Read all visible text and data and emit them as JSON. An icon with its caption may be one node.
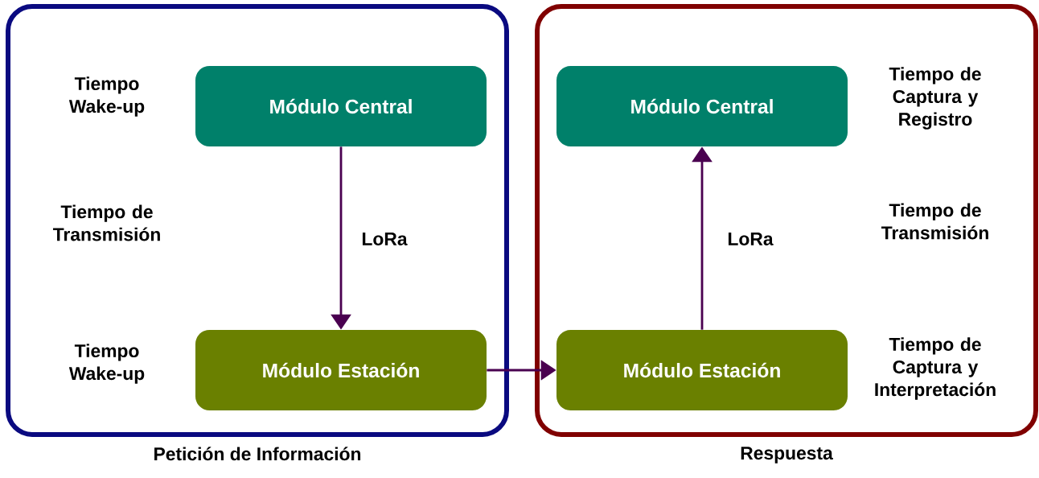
{
  "diagram": {
    "nodes": [
      {
        "text": [
          "Petición de Información"
        ]
      },
      {
        "text": [
          "Módulo Central"
        ],
        "in": 0
      },
      {
        "text": [
          "Módulo Estación"
        ],
        "in": 0
      },
      {
        "text": [
          "Respuesta"
        ]
      },
      {
        "text": [
          "Módulo Central"
        ],
        "in": 3
      },
      {
        "text": [
          "Módulo Estación"
        ],
        "in": 3
      }
    ],
    "edges": [
      {
        "from": 1,
        "to": 2,
        "arrow": "to",
        "label": "LoRa"
      },
      {
        "from": 2,
        "to": 5,
        "arrow": "to"
      },
      {
        "from": 5,
        "to": 4,
        "arrow": "to",
        "label": "LoRa"
      }
    ],
    "labels": [
      "Tiempo Wake-up",
      "Tiempo de Transmisión",
      "Tiempo Wake-up",
      "Tiempo de Captura y Registro",
      "Tiempo de Transmisión",
      "Tiempo de Captura y Interpretación"
    ]
  }
}
